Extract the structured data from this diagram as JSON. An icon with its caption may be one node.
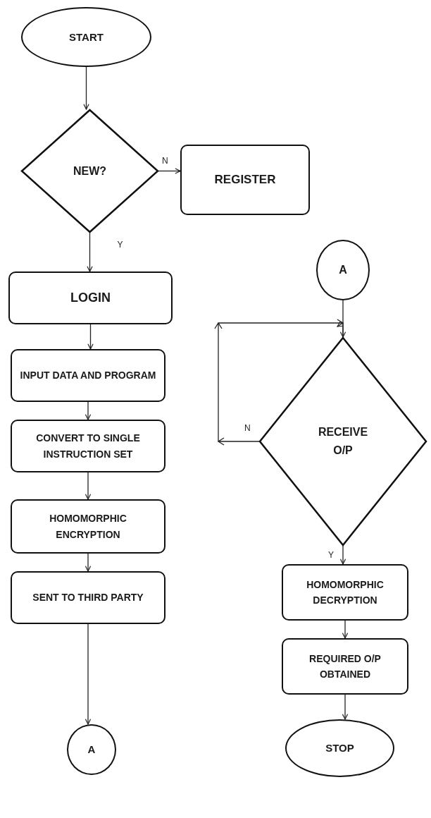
{
  "diagram": {
    "nodes": [
      {
        "text": [
          "START"
        ]
      },
      {
        "text": [
          "NEW?"
        ]
      },
      {
        "text": [
          "REGISTER"
        ]
      },
      {
        "text": [
          "LOGIN"
        ]
      },
      {
        "text": [
          "INPUT DATA AND PROGRAM"
        ]
      },
      {
        "text": [
          "CONVERT TO SINGLE INSTRUCTION SET"
        ]
      },
      {
        "text": [
          "HOMOMORPHIC ENCRYPTION"
        ]
      },
      {
        "text": [
          "SENT TO THIRD PARTY"
        ]
      },
      {
        "text": [
          "A"
        ]
      },
      {
        "text": [
          "A"
        ]
      },
      {
        "text": [
          "RECEIVE O/P"
        ]
      },
      {
        "text": [
          "HOMOMORPHIC DECRYPTION"
        ]
      },
      {
        "text": [
          "REQUIRED O/P OBTAINED"
        ]
      },
      {
        "text": [
          "STOP"
        ]
      }
    ],
    "edges": [
      {
        "from": 0,
        "to": 1,
        "arrow": "to"
      },
      {
        "from": 1,
        "to": 2,
        "arrow": "to",
        "label": "N"
      },
      {
        "from": 1,
        "to": 3,
        "arrow": "to",
        "label": "Y"
      },
      {
        "from": 3,
        "to": 4,
        "arrow": "to"
      },
      {
        "from": 4,
        "to": 5,
        "arrow": "to"
      },
      {
        "from": 5,
        "to": 6,
        "arrow": "to"
      },
      {
        "from": 6,
        "to": 7,
        "arrow": "to"
      },
      {
        "from": 7,
        "to": 8,
        "arrow": "to"
      },
      {
        "from": 9,
        "to": 10,
        "arrow": "to"
      },
      {
        "from": 10,
        "to": 10,
        "arrow": "to",
        "label": "N"
      },
      {
        "from": 10,
        "to": 11,
        "arrow": "to",
        "label": "Y"
      },
      {
        "from": 11,
        "to": 12,
        "arrow": "to"
      },
      {
        "from": 12,
        "to": 13,
        "arrow": "to"
      }
    ]
  }
}
